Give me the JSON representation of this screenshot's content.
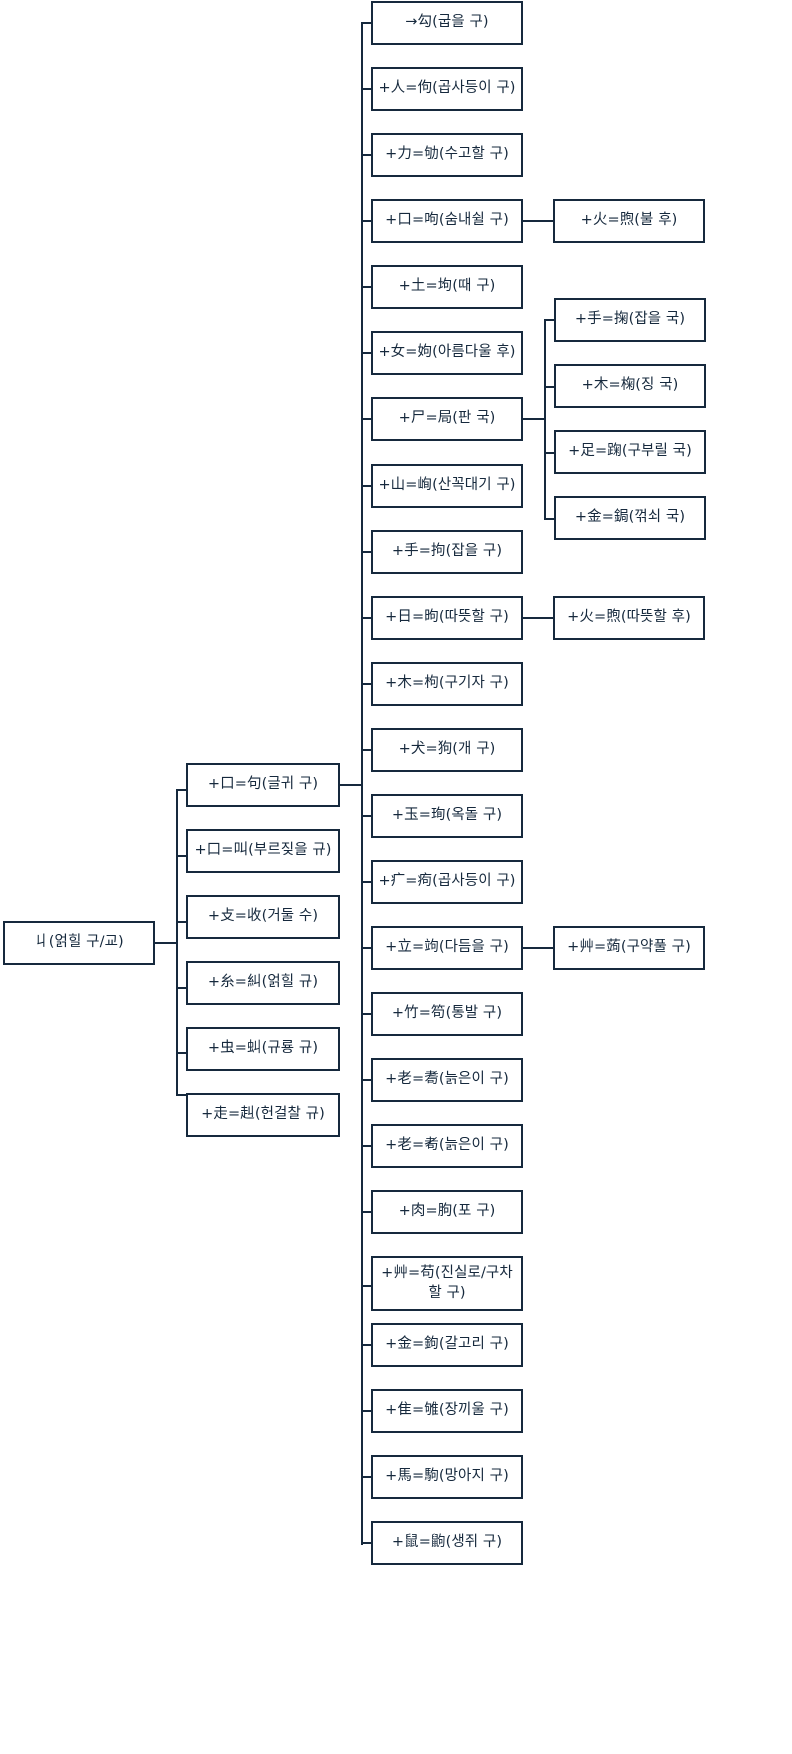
{
  "diagram": {
    "type": "tree",
    "title": "",
    "orientation": "left-to-right",
    "colors": {
      "stroke": "#16293d",
      "node_fill": "#ffffff",
      "text": "#16293d",
      "background": "#ffffff"
    },
    "root": {
      "label": "丩(얽힐 구/교)"
    },
    "level2": [
      {
        "label": "+口=句(글귀 구)"
      },
      {
        "label": "+口=叫(부르짖을 규)"
      },
      {
        "label": "+攴=收(거둘 수)"
      },
      {
        "label": "+糸=糾(얽힐 규)"
      },
      {
        "label": "+虫=虯(규룡 규)"
      },
      {
        "label": "+走=赳(헌걸찰 규)"
      }
    ],
    "level3": [
      {
        "label": "→勾(굽을 구)"
      },
      {
        "label": "+人=佝(곱사등이 구)"
      },
      {
        "label": "+力=劬(수고할 구)"
      },
      {
        "label": "+口=呴(숨내쉴 구)"
      },
      {
        "label": "+土=坸(때 구)"
      },
      {
        "label": "+女=姁(아름다울 후)"
      },
      {
        "label": "+尸=局(판 국)"
      },
      {
        "label": "+山=峋(산꼭대기 구)"
      },
      {
        "label": "+手=拘(잡을 구)"
      },
      {
        "label": "+日=昫(따뜻할 구)"
      },
      {
        "label": "+木=枸(구기자 구)"
      },
      {
        "label": "+犬=狗(개 구)"
      },
      {
        "label": "+玉=珣(옥돌 구)"
      },
      {
        "label": "+疒=痀(곱사등이 구)"
      },
      {
        "label": "+立=竘(다듬을 구)"
      },
      {
        "label": "+竹=笱(통발 구)"
      },
      {
        "label": "+老=耈(늙은이 구)"
      },
      {
        "label": "+老=耇(늙은이 구)"
      },
      {
        "label": "+肉=朐(포 구)"
      },
      {
        "label": "+艸=苟(진실로/구차할 구)"
      },
      {
        "label": "+金=鉤(갈고리 구)"
      },
      {
        "label": "+隹=雊(장끼울 구)"
      },
      {
        "label": "+馬=駒(망아지 구)"
      },
      {
        "label": "+鼠=鼩(생쥐 구)"
      }
    ],
    "level4": [
      {
        "label": "+火=煦(불 후)"
      },
      {
        "label": "+手=掬(잡을 국)"
      },
      {
        "label": "+木=椈(징 국)"
      },
      {
        "label": "+足=踘(구부릴 국)"
      },
      {
        "label": "+金=鋦(꺾쇠 국)"
      },
      {
        "label": "+火=煦(따뜻할 후)"
      },
      {
        "label": "+艸=蒟(구약풀 구)"
      }
    ]
  }
}
